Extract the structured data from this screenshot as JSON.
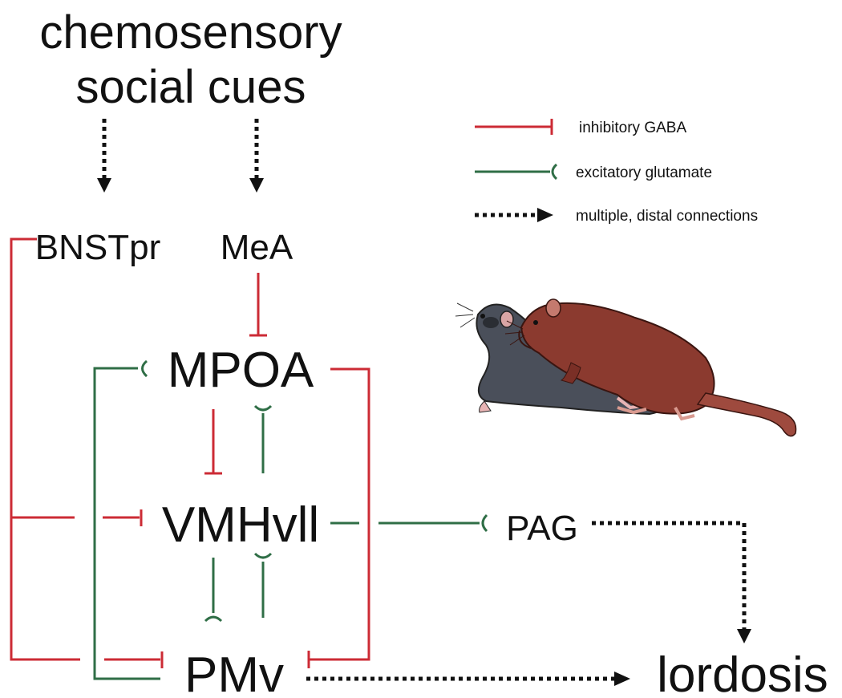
{
  "title": {
    "line1": "chemosensory",
    "line2": "social cues"
  },
  "nodes": {
    "bnstpr": "BNSTpr",
    "mea": "MeA",
    "mpoa": "MPOA",
    "vmhvll": "VMHvll",
    "pag": "PAG",
    "pmv": "PMv",
    "lordosis": "lordosis"
  },
  "legend": {
    "inhibitory": "inhibitory GABA",
    "excitatory": "excitatory glutamate",
    "distal": "multiple, distal connections"
  },
  "colors": {
    "inhibitory": "#cc2b35",
    "excitatory": "#2f6e46",
    "distal": "#111111",
    "grey_rat": "#4a4f5a",
    "brown_rat": "#8b3a2f"
  },
  "illustration": {
    "icon": "mating-rats-illustration"
  }
}
